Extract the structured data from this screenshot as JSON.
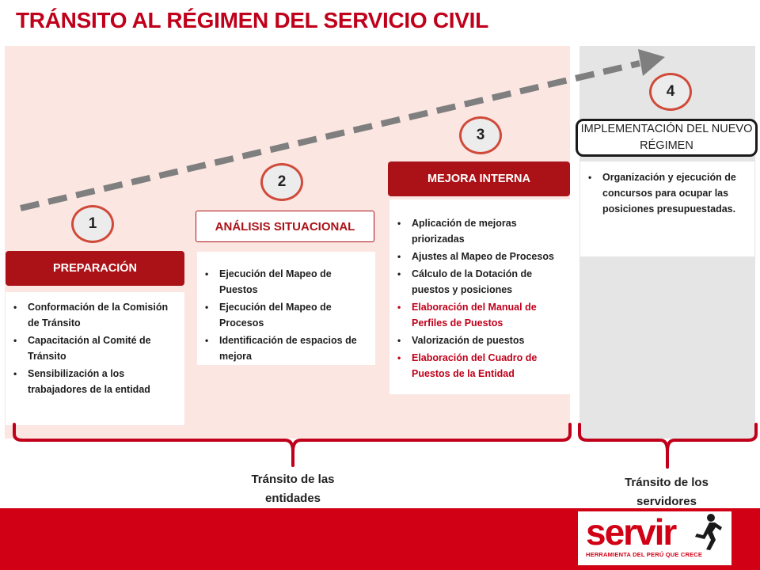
{
  "title": "TRÁNSITO AL RÉGIMEN DEL SERVICIO CIVIL",
  "colors": {
    "accent_red": "#c0001a",
    "header_red": "#ab1217",
    "pink_panel": "#fbe6e2",
    "gray_panel": "#e5e5e6",
    "arrow_gray": "#7f7f7f"
  },
  "stages": [
    {
      "number": "1",
      "header": "PREPARACIÓN",
      "items": [
        {
          "text": "Conformación de la Comisión de Tránsito",
          "highlight": false
        },
        {
          "text": "Capacitación al Comité de Tránsito",
          "highlight": false
        },
        {
          "text": "Sensibilización a los trabajadores de la entidad",
          "highlight": false
        }
      ]
    },
    {
      "number": "2",
      "header": "ANÁLISIS SITUACIONAL",
      "items": [
        {
          "text": "Ejecución del Mapeo de Puestos",
          "highlight": false
        },
        {
          "text": "Ejecución del Mapeo de Procesos",
          "highlight": false
        },
        {
          "text": "Identificación de espacios de mejora",
          "highlight": false
        }
      ]
    },
    {
      "number": "3",
      "header": "MEJORA INTERNA",
      "items": [
        {
          "text": "Aplicación de mejoras priorizadas",
          "highlight": false
        },
        {
          "text": "Ajustes al Mapeo de Procesos",
          "highlight": false
        },
        {
          "text": "Cálculo de la Dotación de puestos y posiciones",
          "highlight": false
        },
        {
          "text": "Elaboración del Manual de Perfiles de Puestos",
          "highlight": true
        },
        {
          "text": "Valorización de puestos",
          "highlight": false
        },
        {
          "text": "Elaboración del Cuadro de Puestos de la Entidad",
          "highlight": true
        }
      ]
    },
    {
      "number": "4",
      "header": "IMPLEMENTACIÓN DEL NUEVO RÉGIMEN",
      "items": [
        {
          "text": "Organización y ejecución de concursos para ocupar las posiciones presupuestadas.",
          "highlight": false
        }
      ]
    }
  ],
  "brackets": {
    "entidades": "Tránsito de las entidades",
    "servidores": "Tránsito de los servidores"
  },
  "logo": {
    "word": "servir",
    "tagline": "HERRAMIENTA DEL PERÚ QUE CRECE",
    "icon": "running-figure-icon"
  }
}
